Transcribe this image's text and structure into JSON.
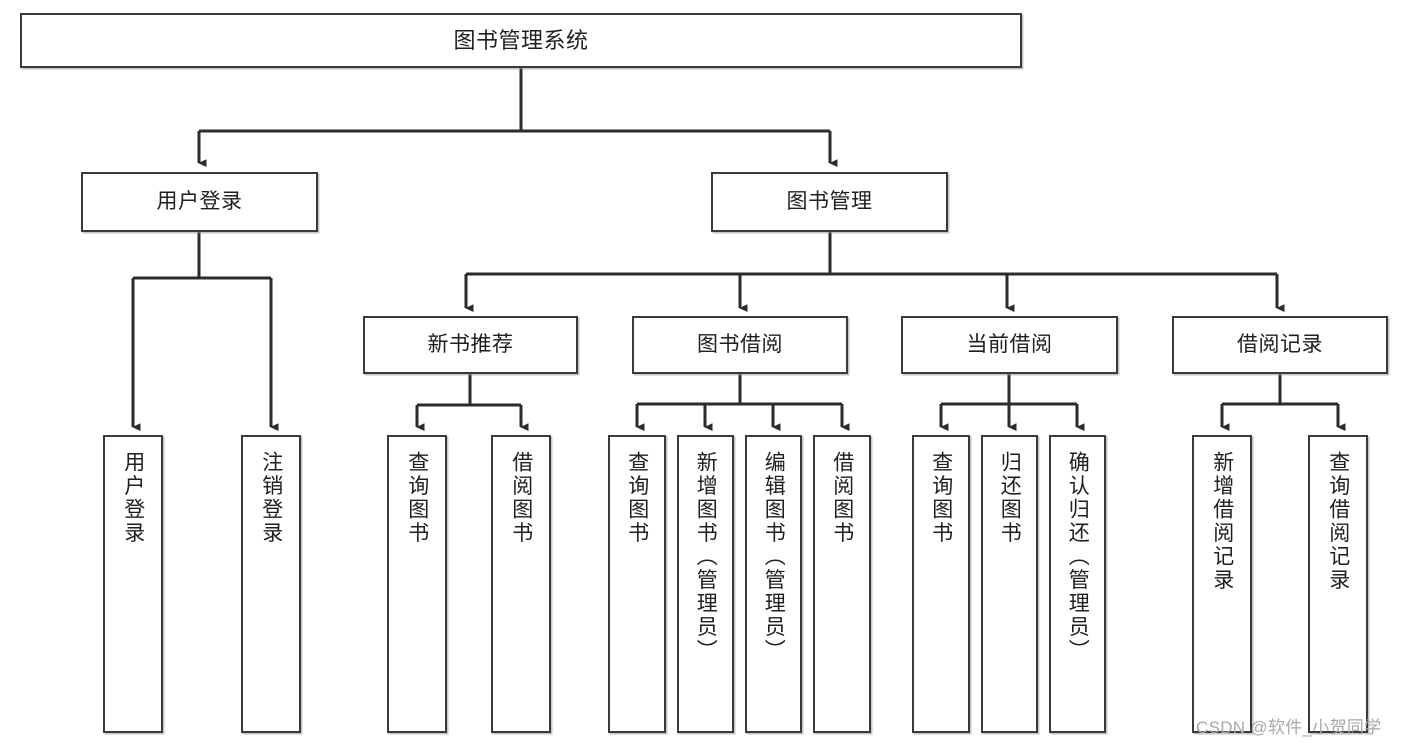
{
  "diagram": {
    "title": "图书管理系统",
    "type": "tree",
    "watermark": "CSDN @软件_小贺同学",
    "colors": {
      "background": "#ffffff",
      "box_border": "#3a3a3a",
      "box_fill": "#ffffff",
      "connector": "#2b2b2b",
      "watermark_text": "#a8a8a8"
    },
    "nodes": {
      "root": {
        "label": "图书管理系统"
      },
      "level2": [
        {
          "label": "用户登录"
        },
        {
          "label": "图书管理"
        }
      ],
      "level3": [
        {
          "label": "新书推荐"
        },
        {
          "label": "图书借阅"
        },
        {
          "label": "当前借阅"
        },
        {
          "label": "借阅记录"
        }
      ],
      "leaves": [
        {
          "label": "用户登录",
          "parent": "用户登录"
        },
        {
          "label": "注销登录",
          "parent": "用户登录"
        },
        {
          "label": "查询图书",
          "parent": "新书推荐"
        },
        {
          "label": "借阅图书",
          "parent": "新书推荐"
        },
        {
          "label": "查询图书",
          "parent": "图书借阅"
        },
        {
          "label": "新增图书（管理员）",
          "parent": "图书借阅"
        },
        {
          "label": "编辑图书（管理员）",
          "parent": "图书借阅"
        },
        {
          "label": "借阅图书",
          "parent": "图书借阅"
        },
        {
          "label": "查询图书",
          "parent": "当前借阅"
        },
        {
          "label": "归还图书",
          "parent": "当前借阅"
        },
        {
          "label": "确认归还（管理员）",
          "parent": "当前借阅"
        },
        {
          "label": "新增借阅记录",
          "parent": "借阅记录"
        },
        {
          "label": "查询借阅记录",
          "parent": "借阅记录"
        }
      ]
    }
  }
}
